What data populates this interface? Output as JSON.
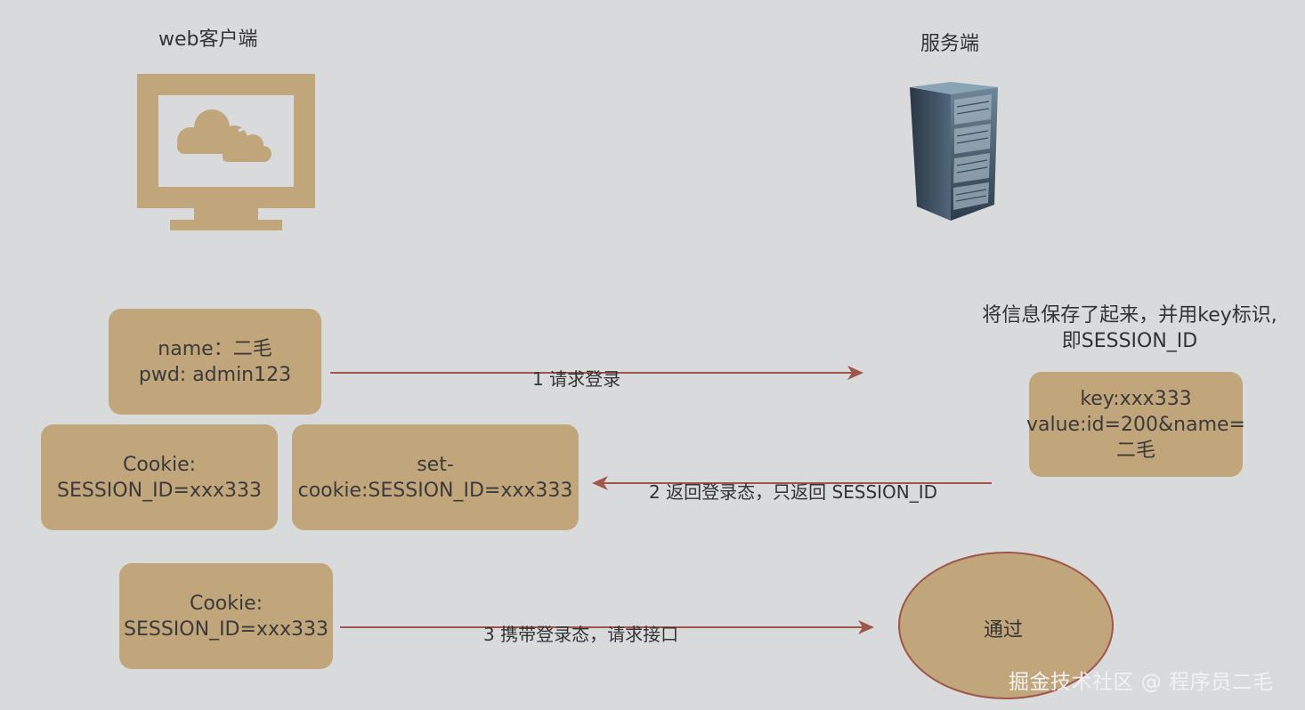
{
  "client": {
    "title": "web客户端"
  },
  "server": {
    "title": "服务端",
    "note": [
      "将信息保存了起来，并用key标识,",
      "即SESSION_ID"
    ]
  },
  "boxes": {
    "credentials": [
      "name：二毛",
      "pwd: admin123"
    ],
    "cookie1": [
      "Cookie:",
      "SESSION_ID=xxx333"
    ],
    "setcookie": [
      "set-",
      "cookie:SESSION_ID=xxx333"
    ],
    "cookie2": [
      "Cookie:",
      "SESSION_ID=xxx333"
    ],
    "session": [
      "key:xxx333",
      "value:id=200&name=",
      "二毛"
    ]
  },
  "arrows": {
    "a1": "1 请求登录",
    "a2": "2 返回登录态，只返回 SESSION_ID",
    "a3": "3 携带登录态，请求接口"
  },
  "pass": {
    "label": "通过"
  },
  "watermark": "掘金技术社区 @ 程序员二毛",
  "colors": {
    "box": "#c1a67c",
    "arrow": "#a0564a",
    "background": "#d9dadc"
  },
  "icons": {
    "client": "monitor-cloud-icon",
    "server": "server-rack-icon"
  }
}
